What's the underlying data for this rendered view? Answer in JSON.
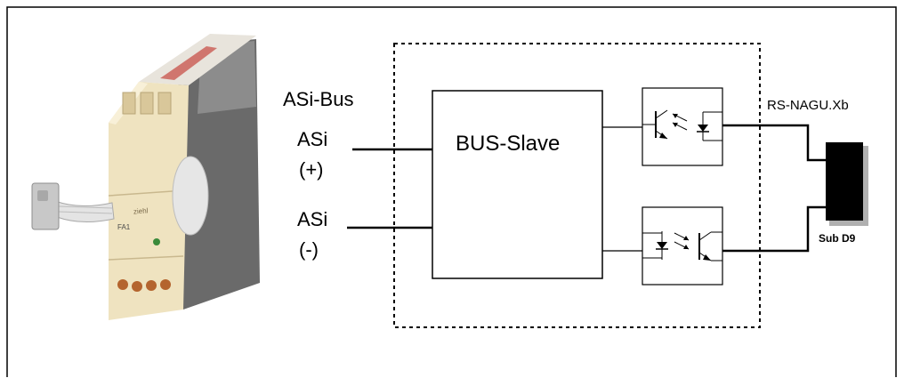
{
  "diagram": {
    "bus_label": "ASi-Bus",
    "asi_plus_name": "ASi",
    "asi_plus_sign": "(+)",
    "asi_minus_name": "ASi",
    "asi_minus_sign": "(-)",
    "bus_slave_label": "BUS-Slave",
    "cable_label": "RS-NAGU.Xb",
    "connector_label": "Sub D9"
  },
  "device": {
    "brand": "ziehl",
    "model_mark": "FA1"
  },
  "colors": {
    "line": "#000000",
    "border": "#000000",
    "connector_fill": "#000000",
    "connector_shadow": "#b0b0b0",
    "device_body": "#efe3c0",
    "device_side": "#6e6e6e"
  }
}
